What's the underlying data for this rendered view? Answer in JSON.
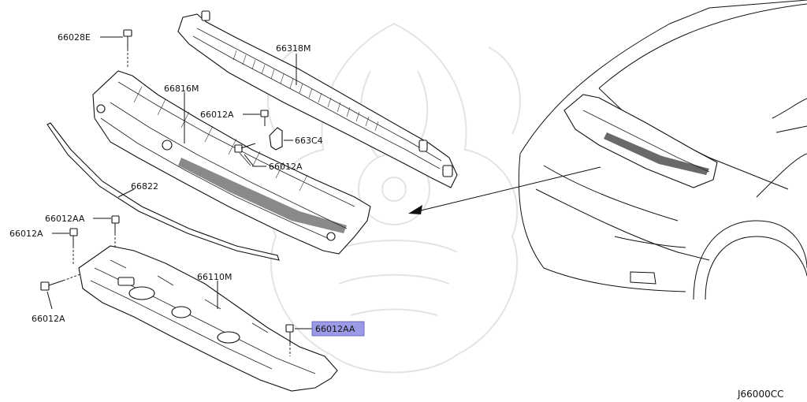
{
  "labels": {
    "p66028E": "66028E",
    "p66318M": "66318M",
    "p66816M": "66816M",
    "p66012A_1": "66012A",
    "p663C4": "663C4",
    "p66012A_2": "66012A",
    "p66822": "66822",
    "p66012AA_1": "66012AA",
    "p66012A_3": "66012A",
    "p66110M": "66110M",
    "p66012A_4": "66012A",
    "p66012AA_2": "66012AA"
  },
  "diagram_code": "J66000CC",
  "highlight_color": "#9b9ae6"
}
